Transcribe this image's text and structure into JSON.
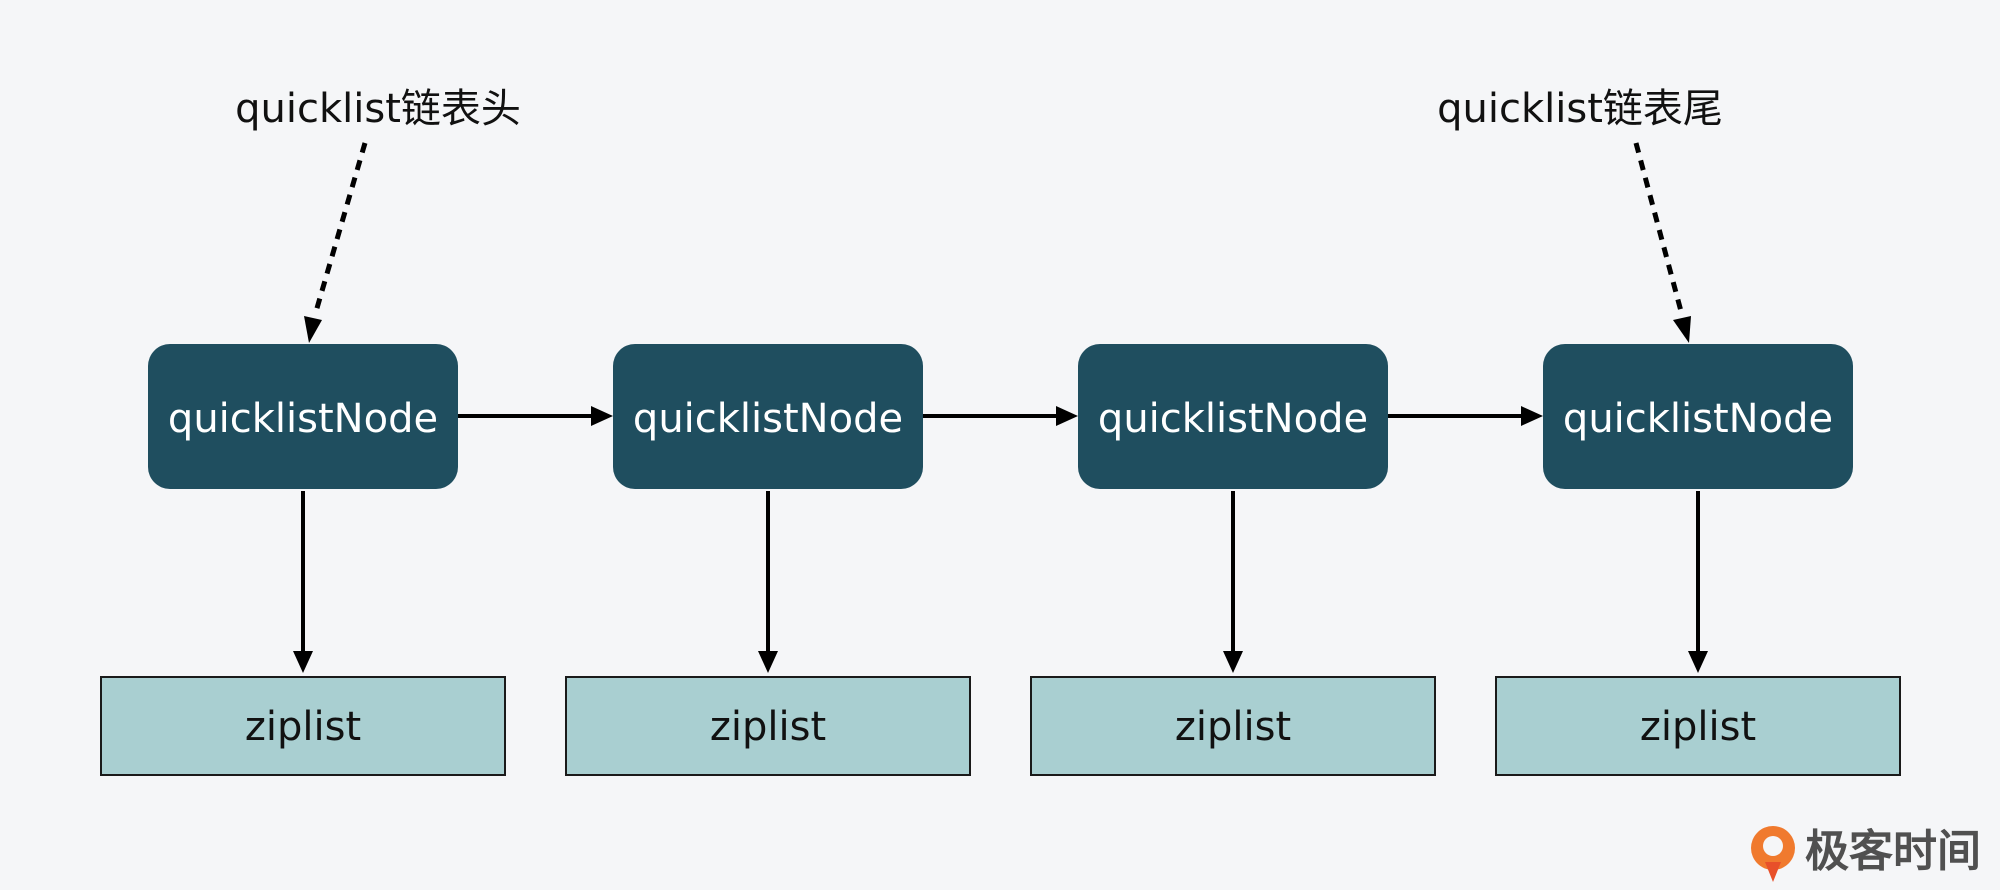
{
  "diagram": {
    "head_label": "quicklist链表头",
    "tail_label": "quicklist链表尾",
    "nodes": [
      {
        "label": "quicklistNode",
        "ziplist_label": "ziplist"
      },
      {
        "label": "quicklistNode",
        "ziplist_label": "ziplist"
      },
      {
        "label": "quicklistNode",
        "ziplist_label": "ziplist"
      },
      {
        "label": "quicklistNode",
        "ziplist_label": "ziplist"
      }
    ],
    "colors": {
      "background": "#f5f6f8",
      "node_fill": "#1f4e5f",
      "node_text": "#ffffff",
      "ziplist_fill": "#a9cfd1",
      "arrow": "#000000"
    }
  },
  "watermark": {
    "brand_text": "极客时间",
    "logo_icon": "geektime-logo-icon"
  }
}
